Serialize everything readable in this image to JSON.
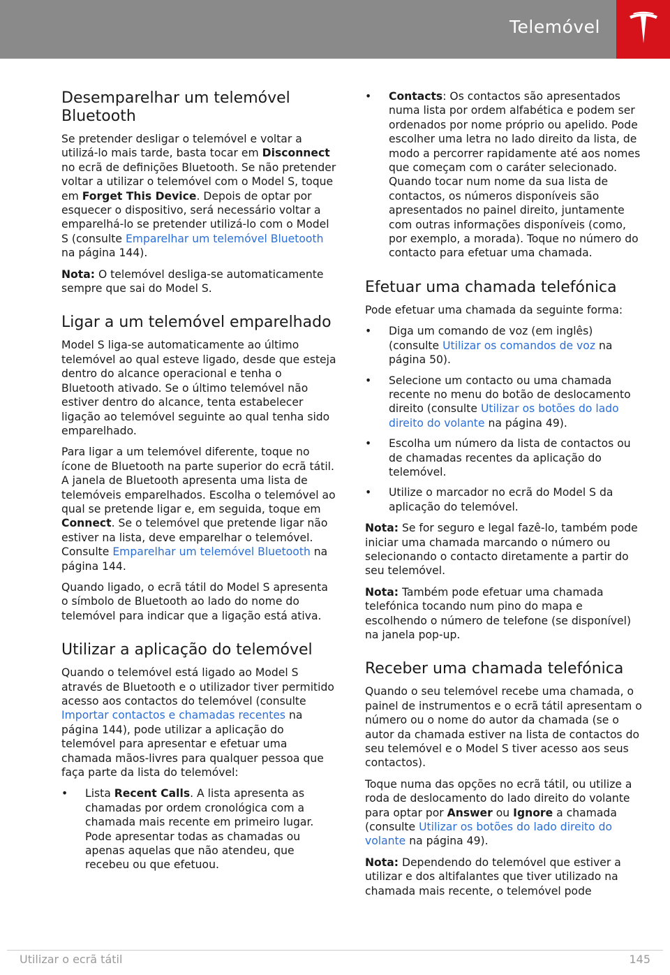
{
  "header": {
    "title": "Telemóvel",
    "logo_color": "#d6131b"
  },
  "left": {
    "h1": "Desemparelhar um telemóvel Bluetooth",
    "p1_a": "Se pretender desligar o telemóvel e voltar a utilizá-lo mais tarde, basta tocar em ",
    "p1_b": "Disconnect",
    "p1_c": " no ecrã de definições Bluetooth. Se não pretender voltar a utilizar o telemóvel com o Model S, toque em ",
    "p1_d": "Forget This Device",
    "p1_e": ". Depois de optar por esquecer o dispositivo, será necessário voltar a emparelhá-lo se pretender utilizá-lo com o Model S (consulte ",
    "p1_link": "Emparelhar um telemóvel Bluetooth",
    "p1_f": " na página 144).",
    "note1_label": "Nota:",
    "note1_text": " O telemóvel desliga-se automaticamente sempre que sai do Model S.",
    "h2": "Ligar a um telemóvel emparelhado",
    "p2": "Model S liga-se automaticamente ao último telemóvel ao qual esteve ligado, desde que esteja dentro do alcance operacional e tenha o Bluetooth ativado. Se o último telemóvel não estiver dentro do alcance, tenta estabelecer ligação ao telemóvel seguinte ao qual tenha sido emparelhado.",
    "p3_a": "Para ligar a um telemóvel diferente, toque no ícone de Bluetooth na parte superior do ecrã tátil. A janela de Bluetooth apresenta uma lista de telemóveis emparelhados. Escolha o telemóvel ao qual se pretende ligar e, em seguida, toque em ",
    "p3_b": "Connect",
    "p3_c": ". Se o telemóvel que pretende ligar não estiver na lista, deve emparelhar o telemóvel. Consulte ",
    "p3_link": "Emparelhar um telemóvel Bluetooth",
    "p3_d": " na página 144.",
    "p4": "Quando ligado, o ecrã tátil do Model S apresenta o símbolo de Bluetooth ao lado do nome do telemóvel para indicar que a ligação está ativa.",
    "h3": "Utilizar a aplicação do telemóvel",
    "p5_a": "Quando o telemóvel está ligado ao Model S através de Bluetooth e o utilizador tiver permitido acesso aos contactos do telemóvel (consulte ",
    "p5_link": "Importar contactos e chamadas recentes",
    "p5_b": " na página 144), pode utilizar a aplicação do telemóvel para apresentar e efetuar uma chamada mãos-livres para qualquer pessoa que faça parte da lista do telemóvel:",
    "li1_a": "Lista ",
    "li1_b": "Recent Calls",
    "li1_c": ". A lista apresenta as chamadas por ordem cronológica com a chamada mais recente em primeiro lugar. Pode apresentar todas as chamadas ou apenas aquelas que não atendeu, que recebeu ou que efetuou."
  },
  "right": {
    "li2_b": "Contacts",
    "li2_c": ": Os contactos são apresentados numa lista por ordem alfabética e podem ser ordenados por nome próprio ou apelido. Pode escolher uma letra no lado direito da lista, de modo a percorrer rapidamente até aos nomes que começam com o caráter selecionado. Quando tocar num nome da sua lista de contactos, os números disponíveis são apresentados no painel direito, juntamente com outras informações disponíveis (como, por exemplo, a morada). Toque no número do contacto para efetuar uma chamada.",
    "h4": "Efetuar uma chamada telefónica",
    "p6": "Pode efetuar uma chamada da seguinte forma:",
    "b1_a": "Diga um comando de voz (em inglês) (consulte ",
    "b1_link": "Utilizar os comandos de voz",
    "b1_b": " na página 50).",
    "b2_a": "Selecione um contacto ou uma chamada recente no menu do botão de deslocamento direito (consulte ",
    "b2_link": "Utilizar os botões do lado direito do volante",
    "b2_b": " na página 49).",
    "b3": "Escolha um número da lista de contactos ou de chamadas recentes da aplicação do telemóvel.",
    "b4": "Utilize o marcador no ecrã do Model S da aplicação do telemóvel.",
    "note2_label": "Nota:",
    "note2_text": " Se for seguro e legal fazê-lo, também pode iniciar uma chamada marcando o número ou selecionando o contacto diretamente a partir do seu telemóvel.",
    "note3_label": "Nota:",
    "note3_text": " Também pode efetuar uma chamada telefónica tocando num pino do mapa e escolhendo o número de telefone (se disponível) na janela pop-up.",
    "h5": "Receber uma chamada telefónica",
    "p7": "Quando o seu telemóvel recebe uma chamada, o painel de instrumentos e o ecrã tátil apresentam o número ou o nome do autor da chamada (se o autor da chamada estiver na lista de contactos do seu telemóvel e o Model S tiver acesso aos seus contactos).",
    "p8_a": "Toque numa das opções no ecrã tátil, ou utilize a roda de deslocamento do lado direito do volante para optar por ",
    "p8_b": "Answer",
    "p8_c": " ou ",
    "p8_d": "Ignore",
    "p8_e": " a chamada (consulte ",
    "p8_link": "Utilizar os botões do lado direito do volante",
    "p8_f": " na página 49).",
    "note4_label": "Nota:",
    "note4_text": " Dependendo do telemóvel que estiver a utilizar e dos altifalantes que tiver utilizado na chamada mais recente, o telemóvel pode"
  },
  "footer": {
    "section": "Utilizar o ecrã tátil",
    "page": "145"
  }
}
